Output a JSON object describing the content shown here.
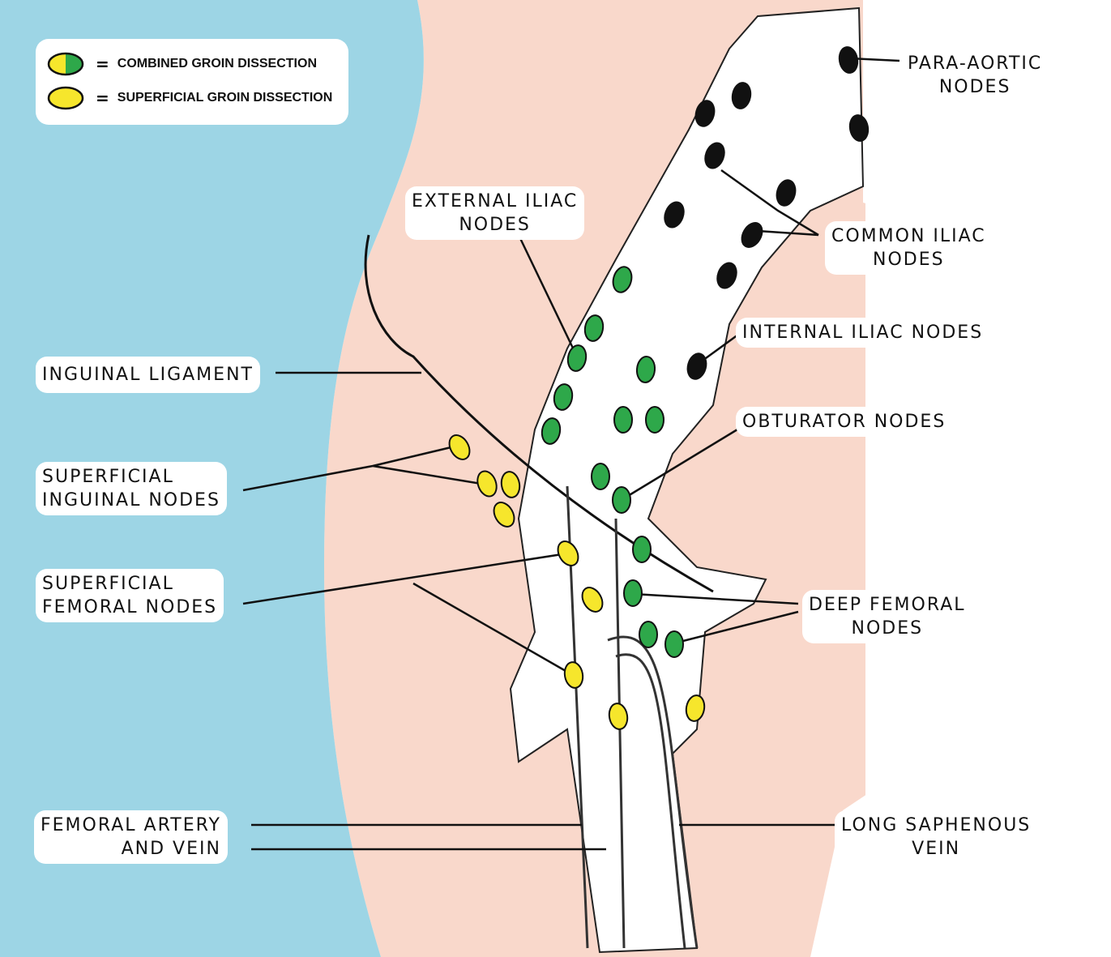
{
  "colors": {
    "background_left": "#9dd5e5",
    "skin": "#f9d8cb",
    "combined_node": "#2ea84a",
    "superficial_node": "#f6e62c",
    "other_node": "#111111"
  },
  "legend": {
    "items": [
      {
        "symbol": "half-yellow-half-green-ellipse",
        "equals": "=",
        "label": "COMBINED GROIN DISSECTION"
      },
      {
        "symbol": "yellow-ellipse",
        "equals": "=",
        "label": "SUPERFICIAL GROIN DISSECTION"
      }
    ]
  },
  "labels": {
    "para_aortic": "PARA-AORTIC\nNODES",
    "external_iliac": "EXTERNAL ILIAC\nNODES",
    "common_iliac": "COMMON ILIAC\nNODES",
    "internal_iliac": "INTERNAL ILIAC NODES",
    "inguinal_ligament": "INGUINAL LIGAMENT",
    "obturator": "OBTURATOR NODES",
    "superficial_inguinal": "SUPERFICIAL\nINGUINAL NODES",
    "superficial_femoral": "SUPERFICIAL\nFEMORAL NODES",
    "deep_femoral": "DEEP FEMORAL\nNODES",
    "femoral_artery_vein": "FEMORAL ARTERY\nAND VEIN",
    "long_saphenous": "LONG SAPHENOUS\nVEIN"
  }
}
